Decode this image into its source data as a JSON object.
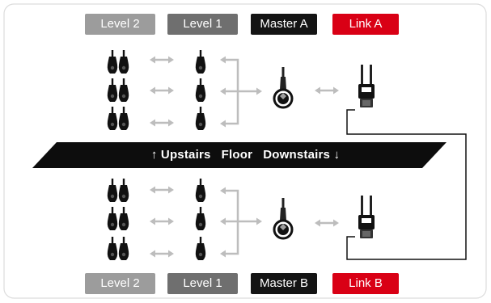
{
  "top_row": {
    "level2": "Level 2",
    "level1": "Level 1",
    "master": "Master A",
    "link": "Link A"
  },
  "bottom_row": {
    "level2": "Level 2",
    "level1": "Level 1",
    "master": "Master B",
    "link": "Link B"
  },
  "floor_banner": "↑ Upstairs   Floor   Downstairs ↓",
  "colors": {
    "level2": "#9c9c9c",
    "level1": "#6f6f6f",
    "master": "#141414",
    "link": "#d90015",
    "arrow": "#bdbdbd",
    "device": "#111111"
  },
  "icons": [
    "walkie-talkie-icon",
    "headset-icon",
    "link-transmitter-icon",
    "double-arrow-icon"
  ]
}
